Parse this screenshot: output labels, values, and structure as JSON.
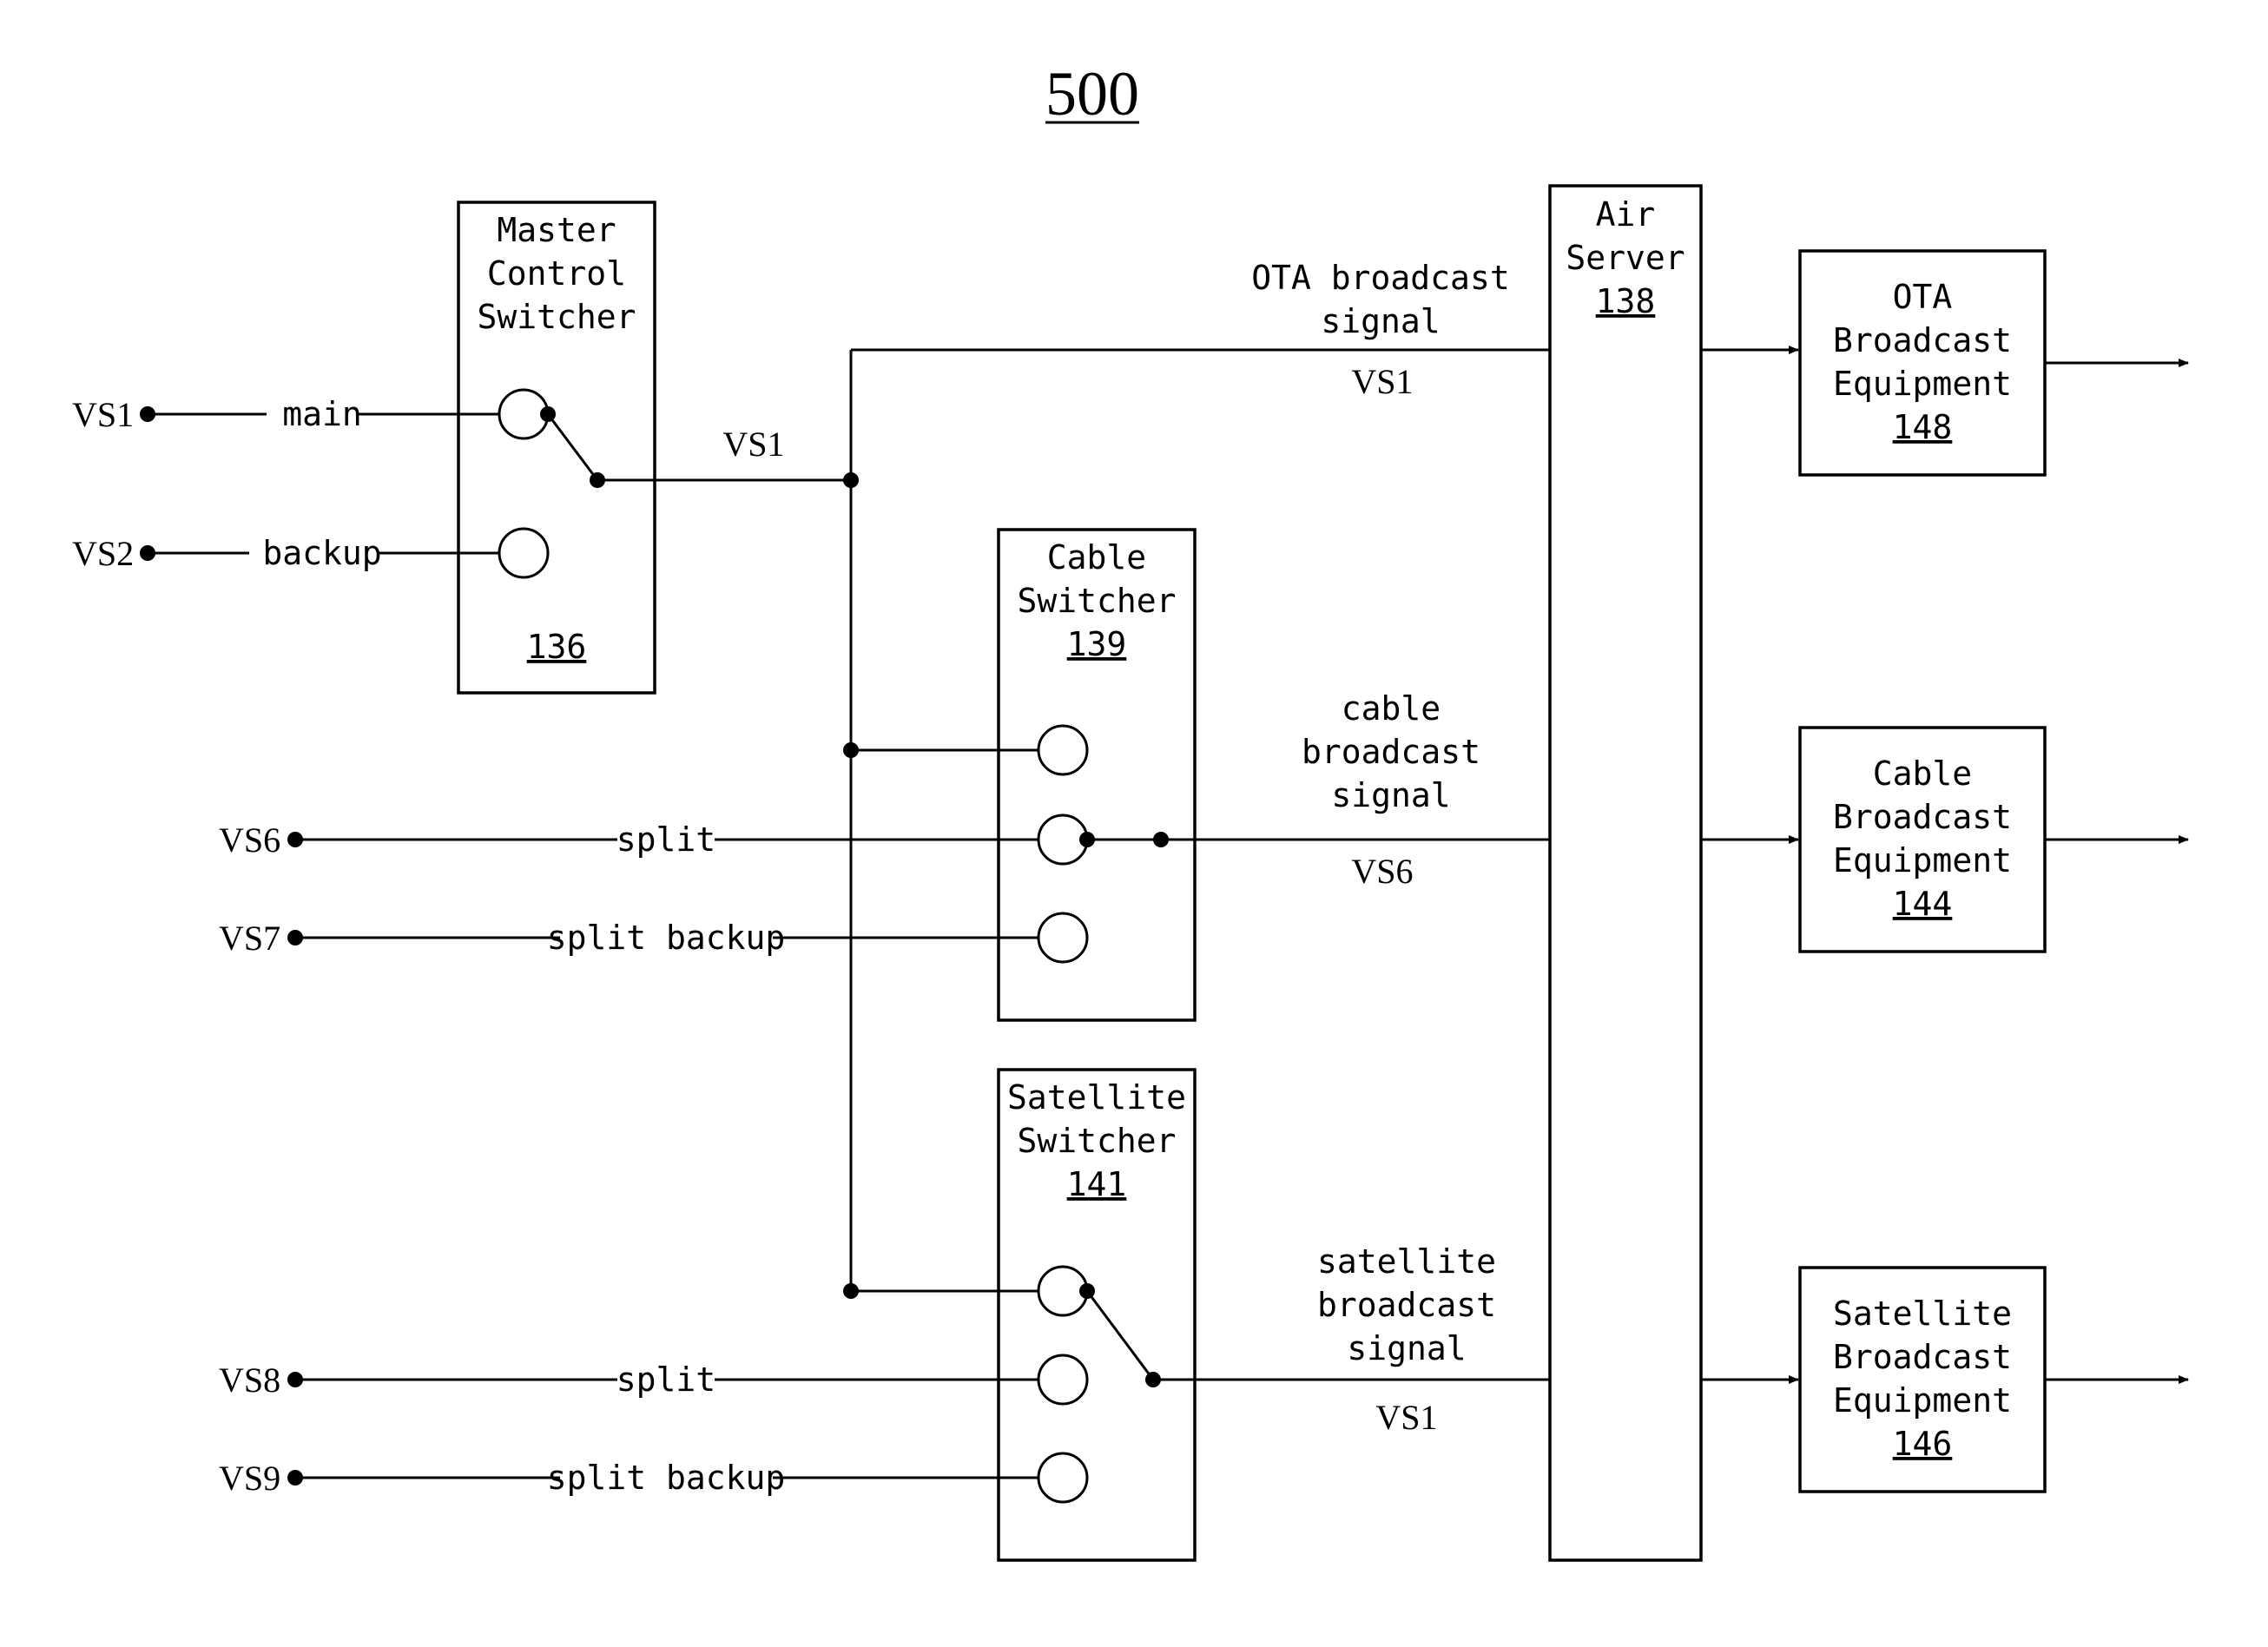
{
  "figure_number": "500",
  "sources": {
    "vs1": "VS1",
    "vs2": "VS2",
    "vs6": "VS6",
    "vs7": "VS7",
    "vs8": "VS8",
    "vs9": "VS9"
  },
  "input_labels": {
    "main": "main",
    "backup": "backup",
    "split_cable": "split",
    "split_backup_cable": "split backup",
    "split_sat": "split",
    "split_backup_sat": "split backup"
  },
  "master_switcher": {
    "line1": "Master",
    "line2": "Control",
    "line3": "Switcher",
    "ref": "136",
    "output_signal": "VS1"
  },
  "cable_switcher": {
    "line1": "Cable",
    "line2": "Switcher",
    "ref": "139"
  },
  "satellite_switcher": {
    "line1": "Satellite",
    "line2": "Switcher",
    "ref": "141"
  },
  "air_server": {
    "line1": "Air",
    "line2": "Server",
    "ref": "138"
  },
  "signals": {
    "ota": {
      "line1": "OTA broadcast",
      "line2": "signal",
      "value": "VS1"
    },
    "cable": {
      "line1": "cable",
      "line2": "broadcast",
      "line3": "signal",
      "value": "VS6"
    },
    "satellite": {
      "line1": "satellite",
      "line2": "broadcast",
      "line3": "signal",
      "value": "VS1"
    }
  },
  "equipment": {
    "ota": {
      "line1": "OTA",
      "line2": "Broadcast",
      "line3": "Equipment",
      "ref": "148"
    },
    "cable": {
      "line1": "Cable",
      "line2": "Broadcast",
      "line3": "Equipment",
      "ref": "144"
    },
    "satellite": {
      "line1": "Satellite",
      "line2": "Broadcast",
      "line3": "Equipment",
      "ref": "146"
    }
  }
}
